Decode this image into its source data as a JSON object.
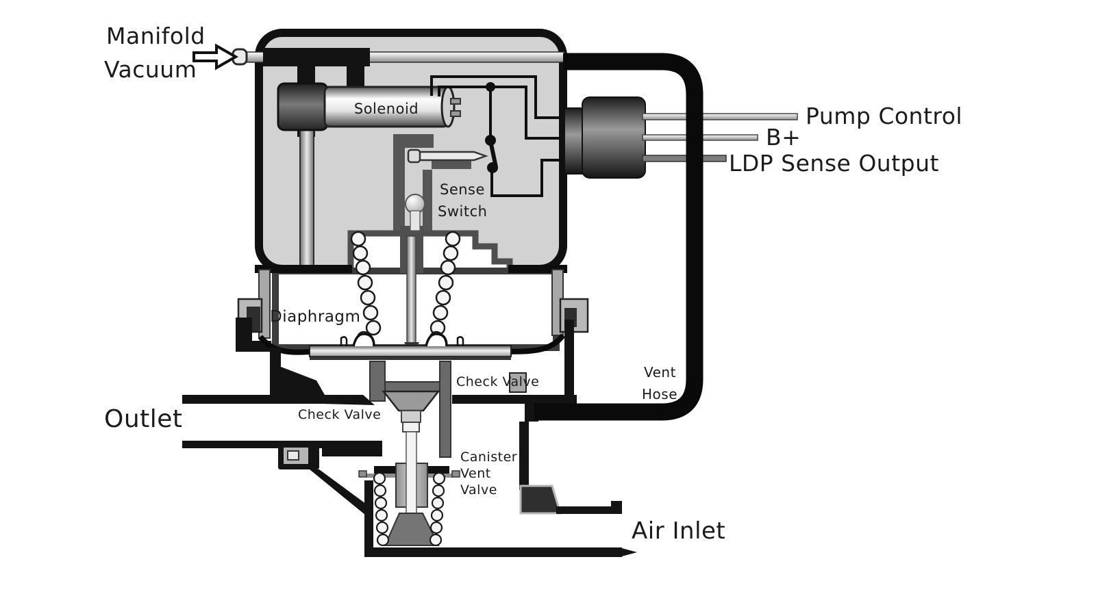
{
  "labels": {
    "manifold_vacuum": {
      "line1": "Manifold",
      "line2": "Vacuum"
    },
    "solenoid": "Solenoid",
    "sense_switch": {
      "line1": "Sense",
      "line2": "Switch"
    },
    "pump_control": "Pump Control",
    "b_plus": "B+",
    "ldp_sense_output": "LDP Sense Output",
    "diaphragm": "Diaphragm",
    "check_valve_upper": "Check Valve",
    "check_valve_lower": "Check Valve",
    "vent_hose": {
      "line1": "Vent",
      "line2": "Hose"
    },
    "outlet": "Outlet",
    "canister_vent_valve": {
      "line1": "Canister",
      "line2": "Vent",
      "line3": "Valve"
    },
    "air_inlet": "Air Inlet"
  },
  "palette": {
    "background": "#ffffff",
    "body_fill": "#d2d2d2",
    "outline_black": "#101010",
    "wall_dark_gray": "#4f4f4f",
    "wall_mid_gray": "#6a6a6a",
    "metal_light": "#ededed",
    "hose_black": "#0a0a0a",
    "text": "#1b1b1b"
  }
}
